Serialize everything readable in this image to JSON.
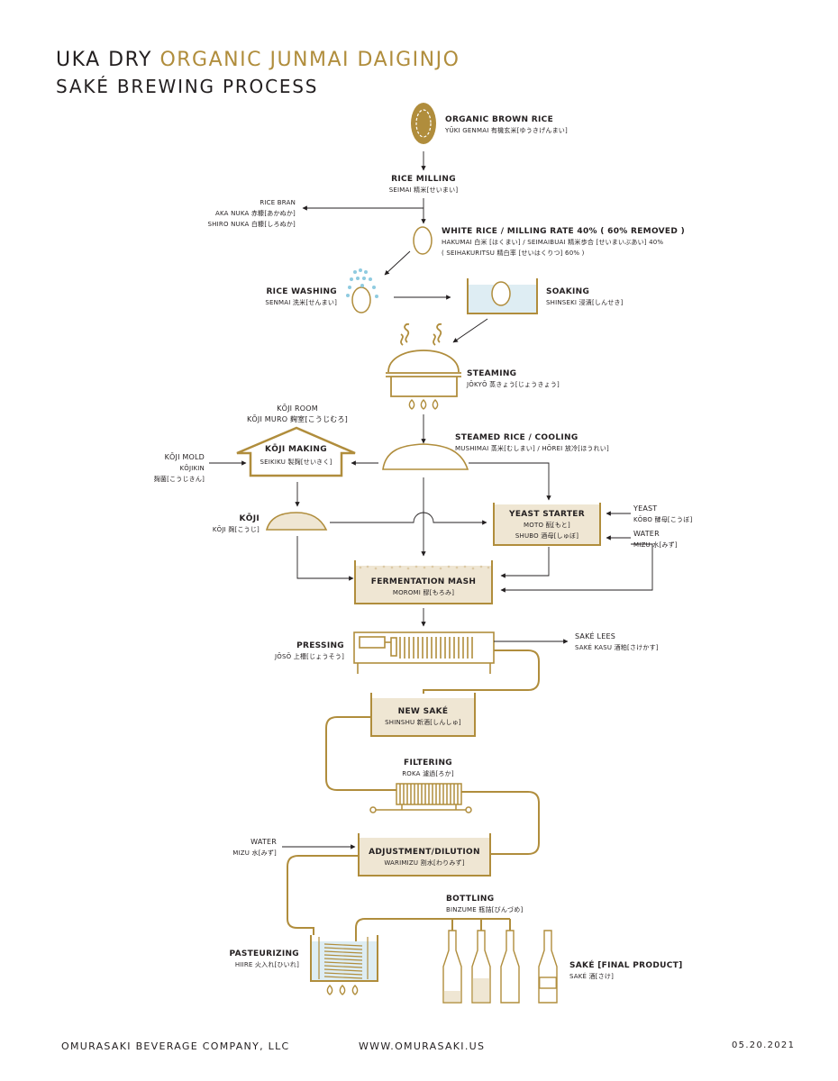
{
  "header": {
    "title_brand": "UKA DRY",
    "title_product": "ORGANIC JUNMAI DAIGINJO",
    "subtitle": "SAKÉ BREWING PROCESS"
  },
  "colors": {
    "gold": "#b08d3c",
    "fill_beige": "#efe6d3",
    "blue": "#8fcbe0",
    "text": "#231f20"
  },
  "steps": {
    "brown_rice": {
      "label": "ORGANIC BROWN RICE",
      "sub": "YŪKI GENMAI 有機玄米[ゆうきげんまい]"
    },
    "milling": {
      "label": "RICE MILLING",
      "sub": "SEIMAI 精米[せいまい]"
    },
    "bran": {
      "line1": "RICE BRAN",
      "line2": "AKA NUKA 赤糠[あかぬか]",
      "line3": "SHIRO NUKA 白糠[しろぬか]"
    },
    "white_rice": {
      "label": "WHITE RICE / MILLING RATE 40% ( 60% REMOVED )",
      "sub1": "HAKUMAI 白米 [はくまい] / SEIMAIBUAI 精米歩合 [せいまいぶあい] 40%",
      "sub2": "( SEIHAKURITSU 精白率 [せいはくりつ] 60% )"
    },
    "washing": {
      "label": "RICE WASHING",
      "sub": "SENMAI 洗米[せんまい]"
    },
    "soaking": {
      "label": "SOAKING",
      "sub": "SHINSEKI 浸漬[しんせき]"
    },
    "steaming": {
      "label": "STEAMING",
      "sub": "JŌKYŌ 蒸きょう[じょうきょう]"
    },
    "koji_room": {
      "label": "KŌJI ROOM",
      "sub": "KŌJI MURO 麹室[こうじむろ]"
    },
    "koji_making": {
      "label": "KŌJI MAKING",
      "sub": "SEIKIKU 製麹[せいきく]"
    },
    "koji_mold": {
      "line1": "KŌJI MOLD",
      "line2": "KŌJIKIN",
      "line3": "麹菌[こうじきん]"
    },
    "steamed_rice": {
      "label": "STEAMED RICE / COOLING",
      "sub": "MUSHIMAI 蒸米[むしまい] / HŌREI 放冷[ほうれい]"
    },
    "koji": {
      "label": "KŌJI",
      "sub": "KŌJI 麹[こうじ]"
    },
    "yeast_starter": {
      "label": "YEAST STARTER",
      "sub1": "MOTO 酛[もと]",
      "sub2": "SHUBO 酒母[しゅぼ]"
    },
    "yeast": {
      "line1": "YEAST",
      "line2": "KŌBO 酵母[こうぼ]"
    },
    "water_yeast": {
      "line1": "WATER",
      "line2": "MIZU 水[みず]"
    },
    "mash": {
      "label": "FERMENTATION MASH",
      "sub": "MOROMI 醪[もろみ]"
    },
    "pressing": {
      "label": "PRESSING",
      "sub": "JŌSŌ 上槽[じょうそう]"
    },
    "lees": {
      "line1": "SAKÉ LEES",
      "line2": "SAKÉ KASU 酒粕[さけかす]"
    },
    "new_sake": {
      "label": "NEW SAKÉ",
      "sub": "SHINSHU 新酒[しんしゅ]"
    },
    "filtering": {
      "label": "FILTERING",
      "sub": "ROKA 濾過[ろか]"
    },
    "water_dilution": {
      "line1": "WATER",
      "line2": "MIZU 水[みず]"
    },
    "adjustment": {
      "label": "ADJUSTMENT/DILUTION",
      "sub": "WARIMIZU 割水[わりみず]"
    },
    "bottling": {
      "label": "BOTTLING",
      "sub": "BINZUME 瓶詰[びんづめ]"
    },
    "pasteurizing": {
      "label": "PASTEURIZING",
      "sub": "HIIRE 火入れ[ひいれ]"
    },
    "final": {
      "label": "SAKÉ [FINAL PRODUCT]",
      "sub": "SAKÉ 酒[さけ]"
    }
  },
  "footer": {
    "company": "OMURASAKI BEVERAGE COMPANY, LLC",
    "website": "WWW.OMURASAKI.US",
    "date": "05.20.2021"
  }
}
